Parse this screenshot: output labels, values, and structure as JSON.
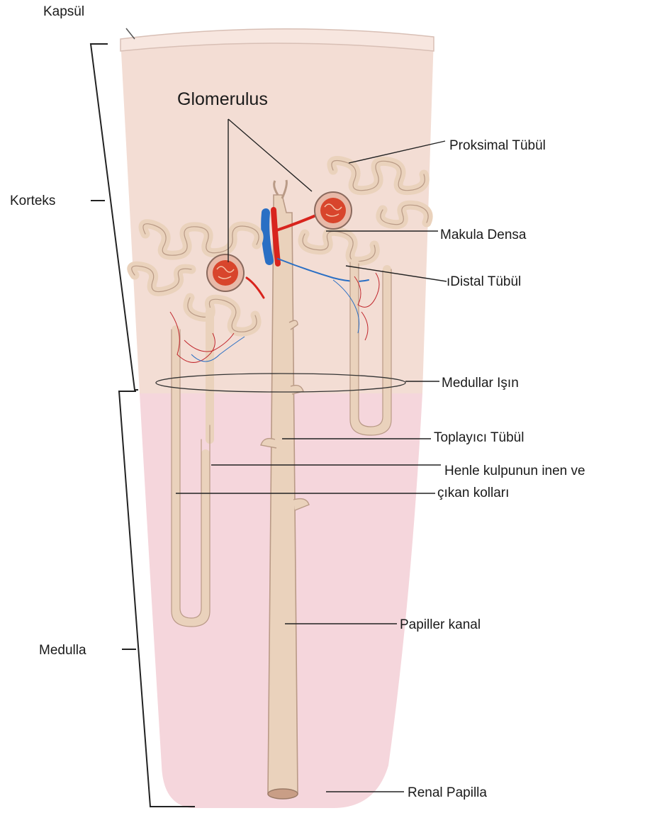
{
  "labels": {
    "kapsul": "Kapsül",
    "glomerulus": "Glomerulus",
    "proksimal": "Proksimal Tübül",
    "korteks": "Korteks",
    "makula": "Makula Densa",
    "distal": "ıDistal Tübül",
    "medullar": "Medullar Işın",
    "toplayici": "Toplayıcı Tübül",
    "henle1": "Henle kulpunun inen ve",
    "henle2": "çıkan kolları",
    "papiller": "Papiller kanal",
    "medulla": "Medulla",
    "renal": "Renal Papilla"
  },
  "colors": {
    "cortex": "#f3ddd4",
    "medulla": "#f5d6dc",
    "capsule": "#f7e6df",
    "tubule": "#ead2bc",
    "tubule_edge": "#b99a86",
    "artery": "#d8241d",
    "vein": "#2a6fc4",
    "glomerulus": "#d8452c"
  }
}
